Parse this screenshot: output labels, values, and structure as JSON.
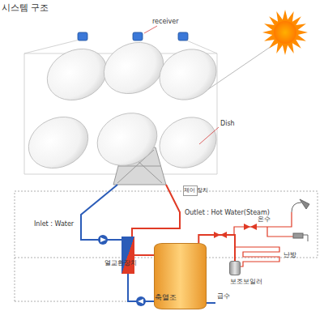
{
  "diagram": {
    "title": "시스템 구조",
    "nodes": [
      {
        "text": [
          "제어 장치"
        ]
      },
      {
        "text": [
          "열교환장치"
        ]
      },
      {
        "text": [
          "축열조"
        ]
      },
      {
        "text": [
          "보조보일러"
        ]
      }
    ],
    "edges": [
      {
        "from": 1,
        "to": 2,
        "arrow": "none"
      },
      {
        "from": 2,
        "to": 1,
        "arrow": "none"
      },
      {
        "from": 2,
        "to": 3,
        "arrow": "none"
      }
    ],
    "labels": [
      "receiver",
      "Dish",
      "Inlet : Water",
      "Outlet : Hot Water(Steam)",
      "온수",
      "난방",
      "급수"
    ]
  }
}
